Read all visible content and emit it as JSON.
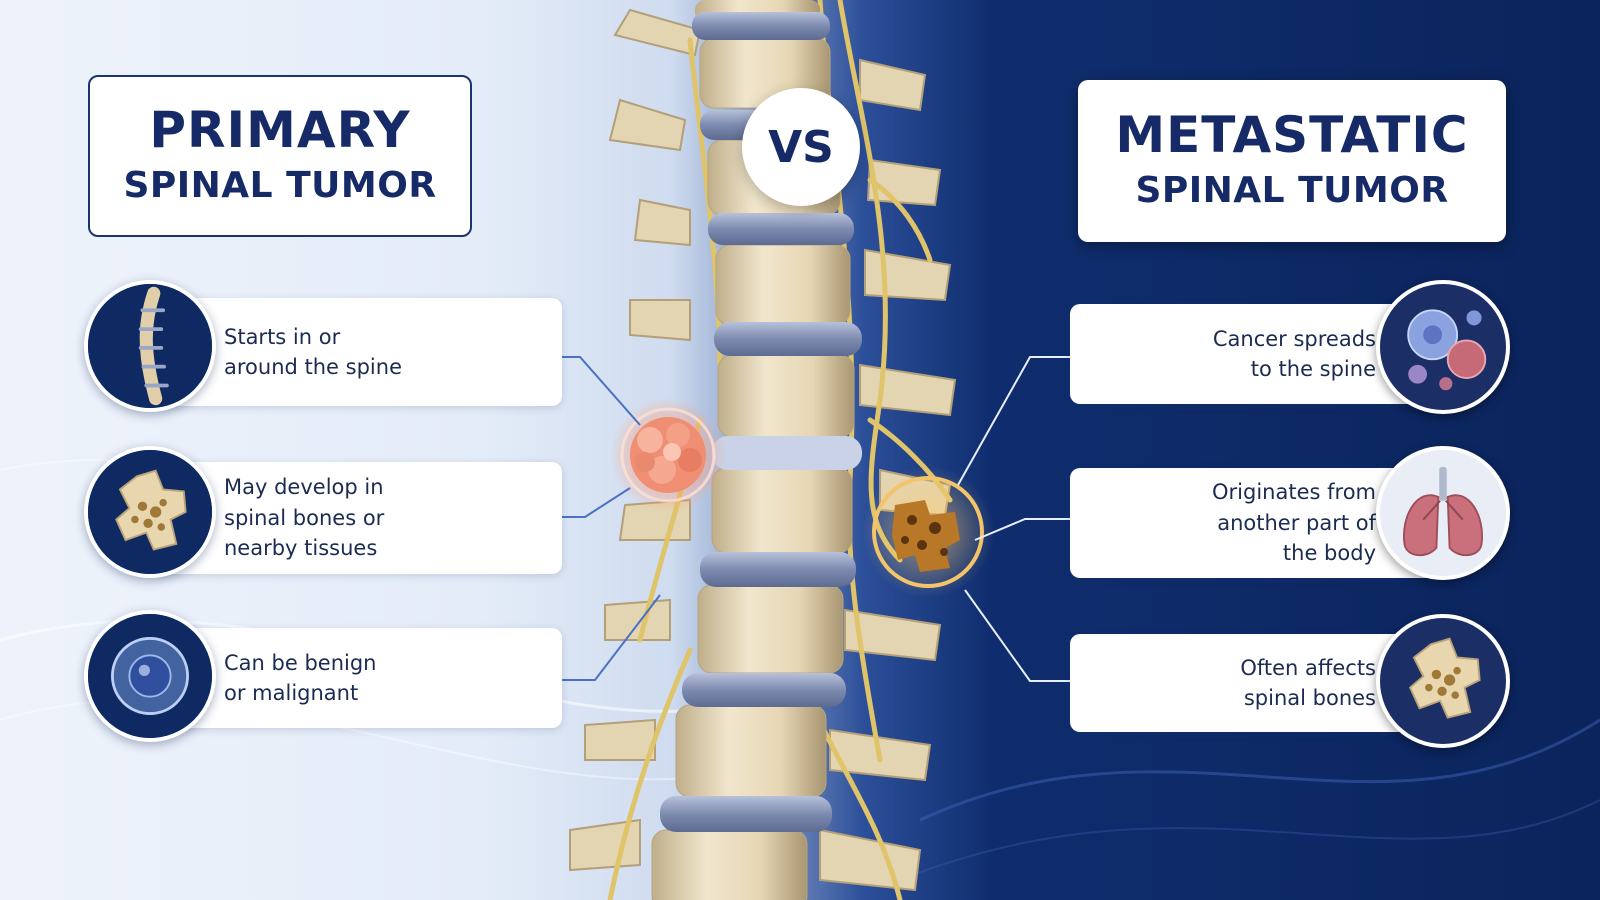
{
  "primary": {
    "title_line1": "PRIMARY",
    "title_line2": "SPINAL TUMOR",
    "facts": [
      {
        "lines": [
          "Starts in or",
          "around the spine"
        ],
        "icon": "spine-icon"
      },
      {
        "lines": [
          "May develop in",
          "spinal bones or",
          "nearby tissues"
        ],
        "icon": "vertebra-bone-icon"
      },
      {
        "lines": [
          "Can be benign",
          "or malignant"
        ],
        "icon": "cell-icon"
      }
    ]
  },
  "vs_label": "VS",
  "metastatic": {
    "title_line1": "METASTATIC",
    "title_line2": "SPINAL TUMOR",
    "facts": [
      {
        "lines": [
          "Cancer spreads",
          "to the spine"
        ],
        "icon": "cancer-cells-icon"
      },
      {
        "lines": [
          "Originates from",
          "another part of",
          "the body"
        ],
        "icon": "lungs-icon"
      },
      {
        "lines": [
          "Often affects",
          "spinal bones"
        ],
        "icon": "vertebra-bone-icon"
      }
    ]
  },
  "colors": {
    "navy": "#152a66",
    "left_bg": "#eef3fb",
    "right_bg": "#0b245c",
    "bone": "#e9dcc0",
    "disc": "#8a97b8",
    "nerve": "#e3c66a",
    "tumor_primary": "#f08a6a",
    "tumor_metastatic": "#c78b32"
  }
}
